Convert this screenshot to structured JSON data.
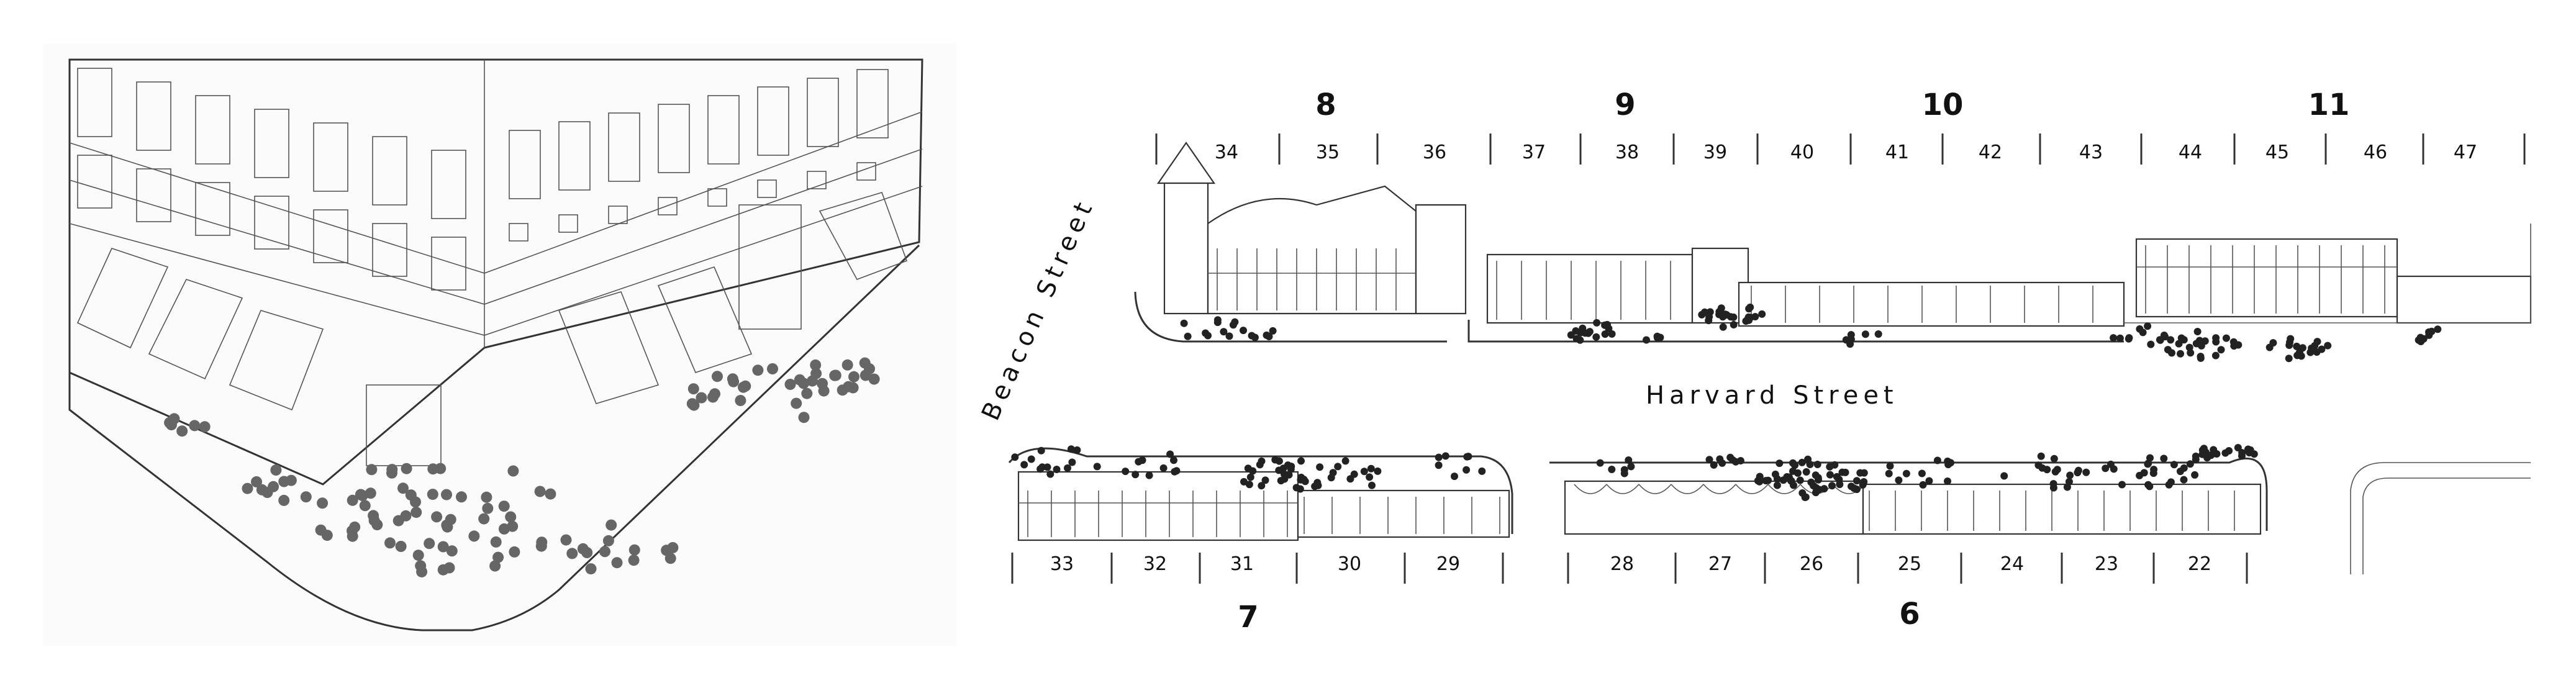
{
  "streets": {
    "beacon": "Beacon Street",
    "harvard": "Harvard Street"
  },
  "north_side": {
    "blocks": [
      "8",
      "9",
      "10",
      "11"
    ],
    "lots": [
      "34",
      "35",
      "36",
      "37",
      "38",
      "39",
      "40",
      "41",
      "42",
      "43",
      "44",
      "45",
      "46",
      "47"
    ]
  },
  "south_side": {
    "blocks": [
      "7",
      "6"
    ],
    "lots": [
      "33",
      "32",
      "31",
      "30",
      "29",
      "28",
      "27",
      "26",
      "25",
      "24",
      "23",
      "22"
    ]
  },
  "colors": {
    "ink": "#333333",
    "pedestrian_dot_inset": "#666666",
    "pedestrian_dot_map": "#222222"
  }
}
